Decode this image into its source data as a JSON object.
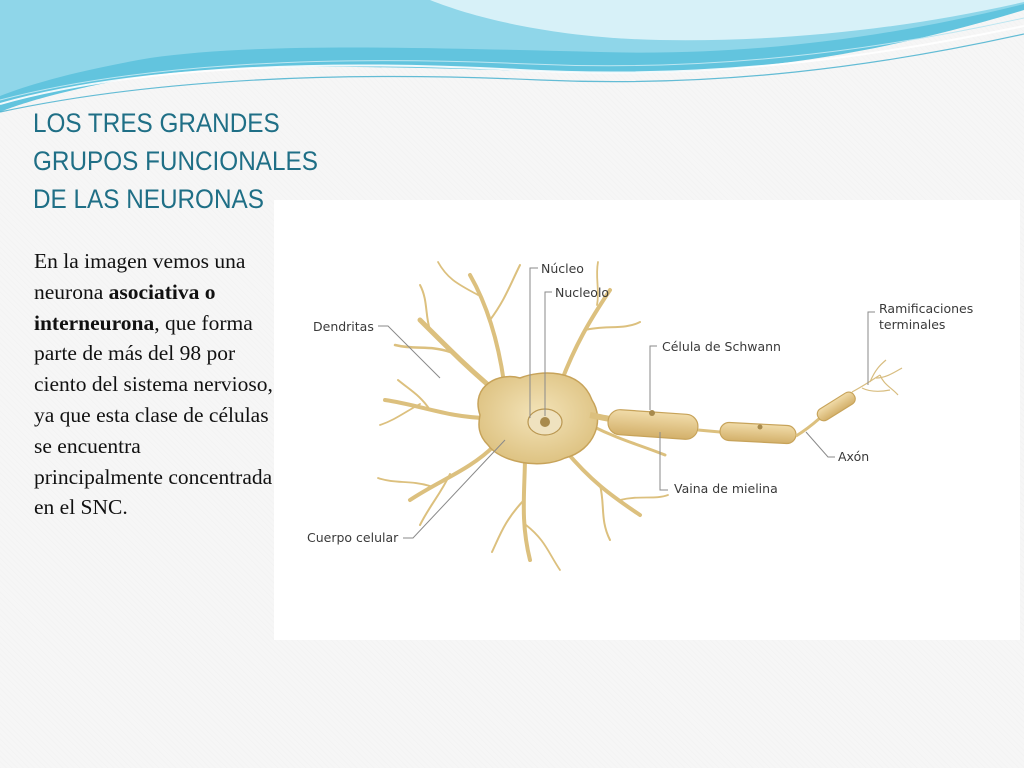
{
  "slide": {
    "title_lines": [
      "LOS TRES GRANDES",
      "GRUPOS FUNCIONALES",
      "DE LAS NEURONAS"
    ],
    "body": {
      "part1": "En la imagen vemos una neurona ",
      "bold": "asociativa o interneurona",
      "part2": ", que forma parte de más del 98 por ciento del sistema nervioso, ya que esta clase de células se encuentra principalmente concentrada en el SNC."
    }
  },
  "diagram": {
    "labels": {
      "nucleo": "Núcleo",
      "nucleolo": "Nucleolo",
      "dendritas": "Dendritas",
      "schwann": "Célula de Schwann",
      "ramificaciones_1": "Ramificaciones",
      "ramificaciones_2": "terminales",
      "axon": "Axón",
      "vaina": "Vaina de mielina",
      "cuerpo": "Cuerpo celular"
    },
    "colors": {
      "title": "#1f6f86",
      "neuron_fill": "#e8cf95",
      "neuron_stroke": "#c7a35a",
      "label_line": "#8a8a8a",
      "wave_dark": "#5cc3dd",
      "wave_light": "#bfe9f3"
    }
  }
}
